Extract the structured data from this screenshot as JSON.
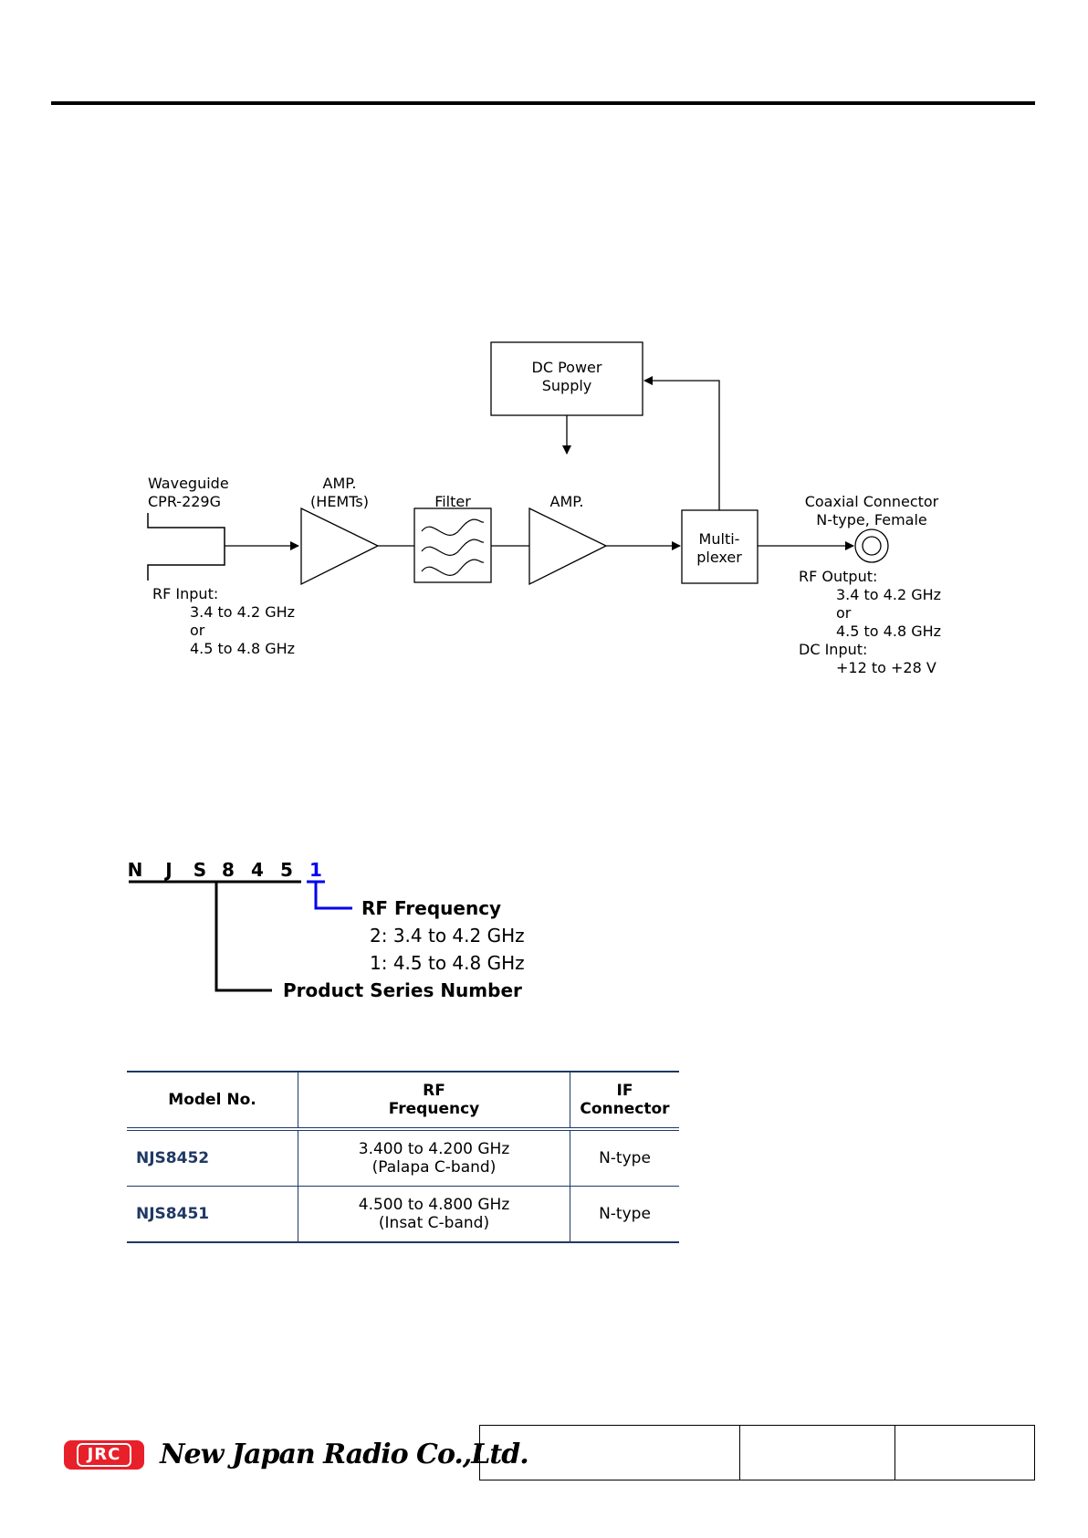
{
  "diagram": {
    "dc_power": [
      "DC Power",
      "Supply"
    ],
    "waveguide": [
      "Waveguide",
      "CPR-229G"
    ],
    "amp1": [
      "AMP.",
      "(HEMTs)"
    ],
    "filter": "Filter",
    "amp2": "AMP.",
    "multiplexer": [
      "Multi-",
      "plexer"
    ],
    "coaxial": [
      "Coaxial Connector",
      "N-type, Female"
    ],
    "rf_input_label": "RF Input:",
    "rf_input_values": [
      "3.4 to 4.2 GHz",
      "or",
      "4.5 to 4.8 GHz"
    ],
    "rf_output_label": "RF Output:",
    "rf_output_values": [
      "3.4 to 4.2 GHz",
      "or",
      "4.5 to 4.8 GHz"
    ],
    "dc_input_label": "DC Input:",
    "dc_input_value": "+12 to +28 V"
  },
  "model_code": {
    "prefix_chars": [
      "N",
      "J",
      "S",
      "8",
      "4",
      "5"
    ],
    "last_char": "1",
    "rf_title": "RF Frequency",
    "rf_options": [
      "2: 3.4 to 4.2 GHz",
      "1: 4.5 to 4.8 GHz"
    ],
    "series_label": "Product Series Number",
    "accent_color": "#0000ee"
  },
  "table": {
    "headers": {
      "model": "Model No.",
      "rf_line1": "RF",
      "rf_line2": "Frequency",
      "if_line1": "IF",
      "if_line2": "Connector"
    },
    "rows": [
      {
        "model": "NJS8452",
        "freq": "3.400 to 4.200 GHz",
        "band": "(Palapa C-band)",
        "connector": "N-type"
      },
      {
        "model": "NJS8451",
        "freq": "4.500 to 4.800 GHz",
        "band": "(Insat C-band)",
        "connector": "N-type"
      }
    ],
    "border_color": "#1f3864"
  },
  "footer": {
    "logo_badge": "JRC",
    "company": "New Japan Radio Co.,Ltd.",
    "brand_color": "#e8202a"
  }
}
